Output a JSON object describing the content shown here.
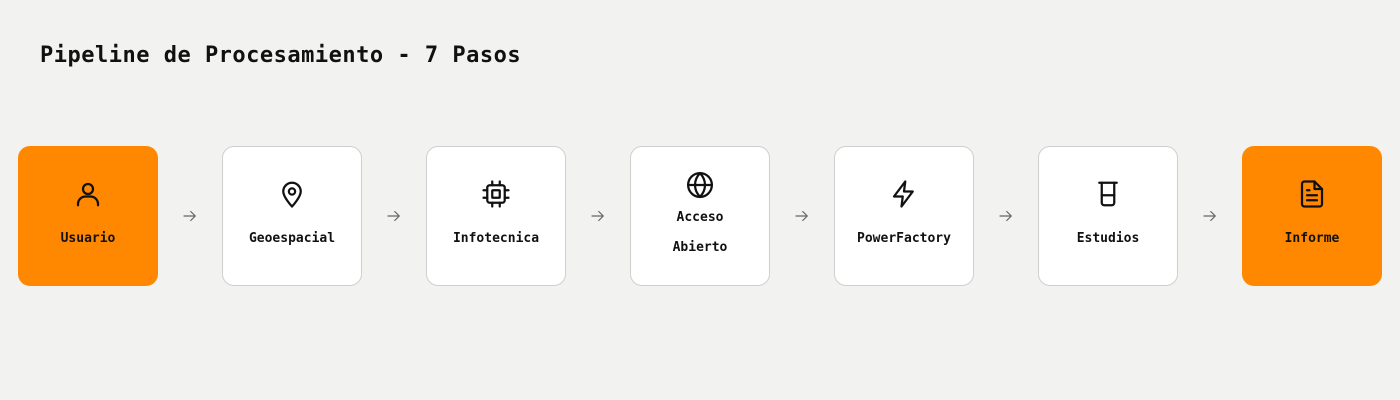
{
  "title": "Pipeline de Procesamiento - 7 Pasos",
  "colors": {
    "accent": "#ff8800",
    "background": "#f2f2f0",
    "card": "#ffffff",
    "border": "#cfcfcf"
  },
  "steps": [
    {
      "label": "Usuario",
      "icon": "user-icon",
      "accent": true
    },
    {
      "label": "Geoespacial",
      "icon": "map-pin-icon",
      "accent": false
    },
    {
      "label": "Infotecnica",
      "icon": "cpu-icon",
      "accent": false
    },
    {
      "label_line1": "Acceso",
      "label_line2": "Abierto",
      "icon": "globe-icon",
      "accent": false
    },
    {
      "label": "PowerFactory",
      "icon": "zap-icon",
      "accent": false
    },
    {
      "label": "Estudios",
      "icon": "beaker-icon",
      "accent": false
    },
    {
      "label": "Informe",
      "icon": "file-text-icon",
      "accent": true
    }
  ],
  "connector_icon": "arrow-right-icon"
}
